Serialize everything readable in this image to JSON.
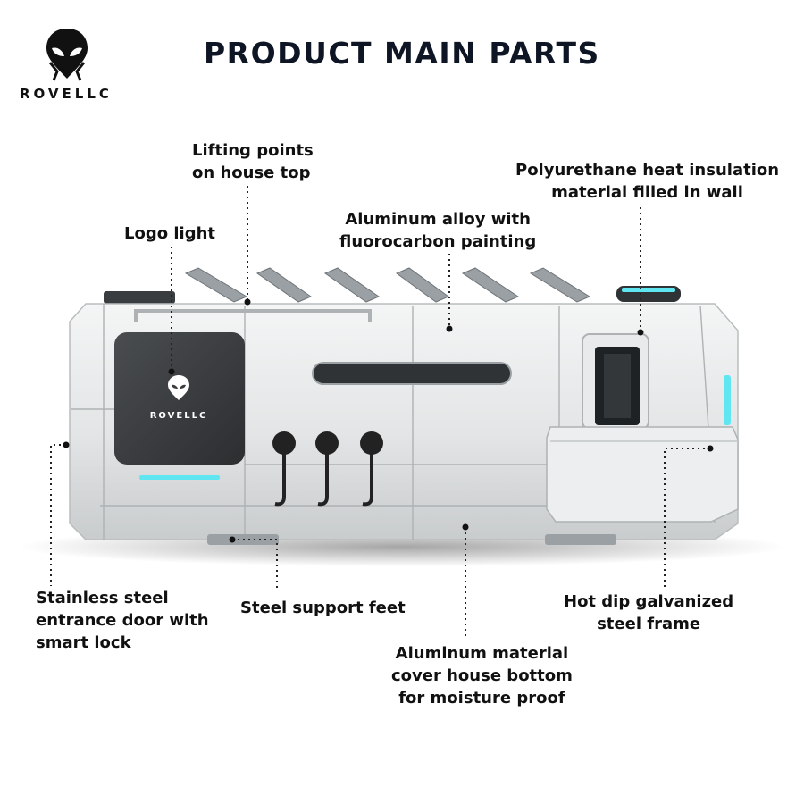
{
  "brand": {
    "name": "ROVELLC",
    "logo_icon": "alien-head-logo-icon"
  },
  "title": "PRODUCT MAIN PARTS",
  "product": {
    "emblem_text": "ROVELLC"
  },
  "colors": {
    "title": "#0e1525",
    "accent_light": "#5fe6f0",
    "body": "#e6e8e9",
    "panel": "#3a3d40"
  },
  "callouts": [
    {
      "id": "lifting-points",
      "lines": [
        "Lifting points",
        "on house top"
      ]
    },
    {
      "id": "logo-light",
      "lines": [
        "Logo light"
      ]
    },
    {
      "id": "aluminum-alloy",
      "lines": [
        "Aluminum alloy with",
        "fluorocarbon painting"
      ]
    },
    {
      "id": "polyurethane",
      "lines": [
        "Polyurethane heat insulation",
        "material filled in wall"
      ]
    },
    {
      "id": "entrance-door",
      "lines": [
        "Stainless steel",
        "entrance door with",
        "smart lock"
      ]
    },
    {
      "id": "support-feet",
      "lines": [
        "Steel support feet"
      ]
    },
    {
      "id": "galvanized-frame",
      "lines": [
        "Hot dip galvanized",
        "steel frame"
      ]
    },
    {
      "id": "aluminum-bottom",
      "lines": [
        "Aluminum material",
        "cover house bottom",
        "for moisture proof"
      ]
    }
  ]
}
